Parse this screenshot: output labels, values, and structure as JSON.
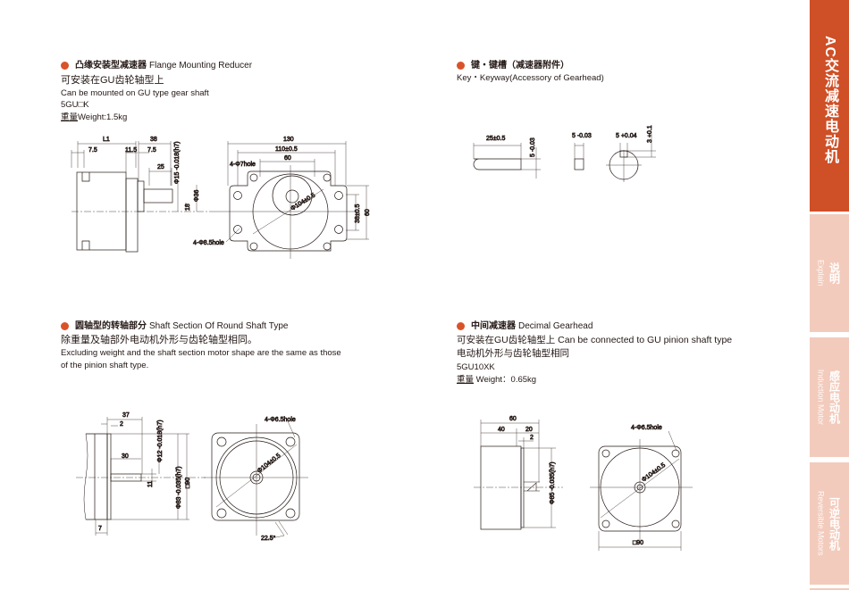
{
  "sidebar": {
    "title": "AC交流减速电动机",
    "tabs": [
      {
        "zh": "说明",
        "en": "Explain"
      },
      {
        "zh": "感应电动机",
        "en": "Induction Motor"
      },
      {
        "zh": "可逆电动机",
        "en": "Reversible Motors"
      }
    ],
    "accent": "#cf4f27",
    "tab_color": "#f3cbbc"
  },
  "flange": {
    "title_zh": "凸缘安装型减速器",
    "title_en": "Flange Mounting Reducer",
    "line1": "可安装在GU齿轮轴型上",
    "line2": "Can be mounted on GU type gear shaft",
    "model": "5GU□K",
    "weight_zh": "重量",
    "weight": "Weight:1.5kg",
    "dims": {
      "L1": "L1",
      "d38": "38",
      "d7_5a": "7.5",
      "d11_5": "11.5",
      "d7_5b": "7.5",
      "d25": "25",
      "phi15": "Φ15 -0.018(h7)",
      "phi36": "Φ36",
      "d18": "18",
      "d130": "130",
      "d110": "110±0.5",
      "d60": "60",
      "hole7": "4-Φ7hole",
      "phi104": "Φ104±0.5",
      "d38v": "38±0.5",
      "d60v": "60",
      "hole85": "4-Φ8.5hole"
    }
  },
  "key": {
    "title_zh": "键・键槽（减速器附件）",
    "title_en": "Key・Keyway(Accessory of Gearhead)",
    "dims": {
      "d25": "25±0.5",
      "k5a": "5 -0.03",
      "k5b": "5 -0.03",
      "k5c": "5 +0.04",
      "k3": "3 +0.1"
    }
  },
  "round": {
    "title_zh": "圆轴型的转轴部分",
    "title_en": "Shaft Section Of Round Shaft Type",
    "line1": "除重量及轴部外电动机外形与齿轮轴型相同。",
    "line2": "Excluding weight and the shaft section motor shape are the same as those",
    "line3": "of the pinion shaft type.",
    "dims": {
      "d37": "37",
      "d2": "2",
      "d30": "30",
      "phi12": "Φ12 -0.018(h7)",
      "d11": "11",
      "phi83": "Φ83 -0.035(h7)",
      "sq90": "□90",
      "d7": "7",
      "hole": "4-Φ6.5hole",
      "phi104": "Φ104±0.5",
      "ang": "22.5°"
    }
  },
  "decimal": {
    "title_zh": "中间减速器",
    "title_en": "Decimal Gearhead",
    "line1": "可安装在GU齿轮轴型上 Can be connected to GU pinion shaft type",
    "line2": "电动机外形与齿轮轴型相同",
    "model": "5GU10XK",
    "weight_zh": "重量",
    "weight": " Weight：0.65kg",
    "dims": {
      "d60": "60",
      "d40": "40",
      "d20": "20",
      "d2": "2",
      "phi85": "Φ85 -0.035(h7)",
      "hole": "4-Φ6.5hole",
      "phi104": "Φ104±0.5",
      "sq90": "□90"
    }
  }
}
